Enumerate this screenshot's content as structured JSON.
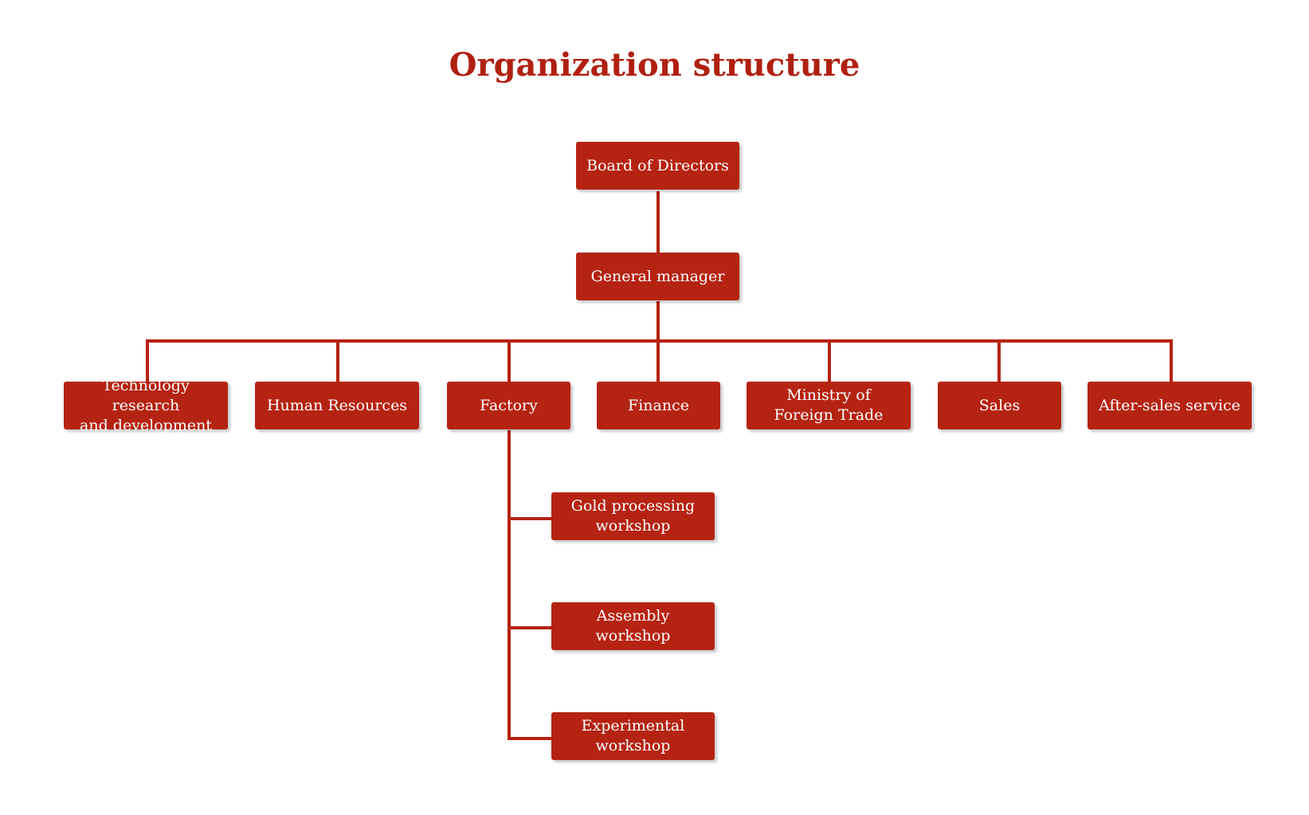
{
  "title": "Organization structure",
  "colors": {
    "title": "#B02010",
    "node_fill": "#B52312",
    "node_text": "#FFFFFF",
    "connector": "#B52312"
  },
  "root": {
    "label": "Board of Directors"
  },
  "manager": {
    "label": "General manager"
  },
  "departments": [
    {
      "label": "Technology research\nand development"
    },
    {
      "label": "Human Resources"
    },
    {
      "label": "Factory"
    },
    {
      "label": "Finance"
    },
    {
      "label": "Ministry of\nForeign Trade"
    },
    {
      "label": "Sales"
    },
    {
      "label": "After-sales service"
    }
  ],
  "workshops": [
    {
      "label": "Gold processing\nworkshop"
    },
    {
      "label": "Assembly workshop"
    },
    {
      "label": "Experimental\nworkshop"
    }
  ]
}
